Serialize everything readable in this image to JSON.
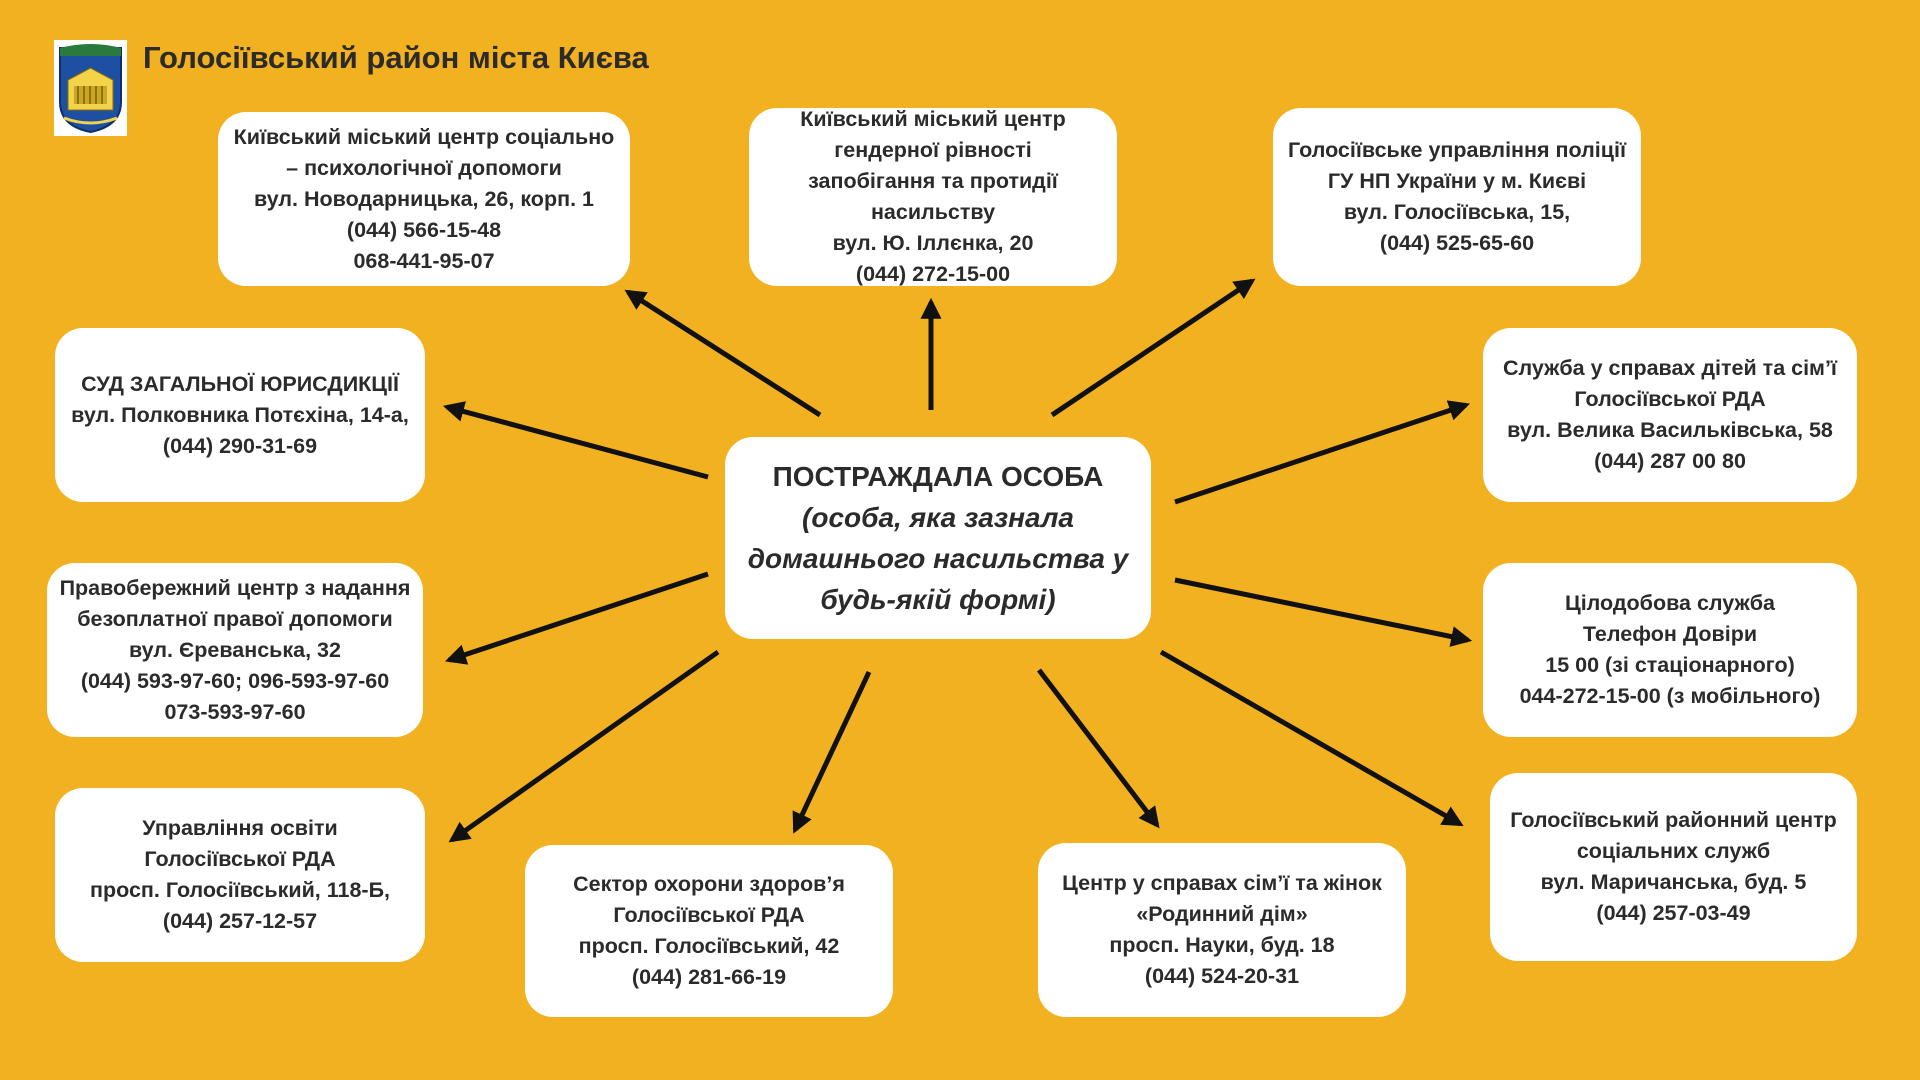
{
  "header": {
    "title": "Голосіївський район міста Києва"
  },
  "colors": {
    "background": "#F2B120",
    "box": "#FFFFFF",
    "text": "#2B2B2B",
    "arrow": "#111111"
  },
  "center": {
    "lines": [
      "ПОСТРАЖДАЛА ОСОБА",
      "(особа, яка зазнала",
      "домашнього насильства у",
      "будь-якій формі)"
    ]
  },
  "boxes": {
    "psych_center": [
      "Київський міський центр соціально",
      "– психологічної допомоги",
      "вул. Новодарницька, 26, корп. 1",
      "(044) 566-15-48",
      "068-441-95-07"
    ],
    "gender_center": [
      "Київський міський центр",
      "гендерної рівності",
      "запобігання та протидії",
      "насильству",
      "вул. Ю. Іллєнка, 20",
      "(044) 272-15-00"
    ],
    "police": [
      "Голосіївське управління поліції",
      "ГУ НП України у м. Києві",
      "вул. Голосіївська, 15,",
      "(044) 525-65-60"
    ],
    "court": [
      "СУД ЗАГАЛЬНОЇ ЮРИСДИКЦІЇ",
      "вул. Полковника Потєхіна, 14-а,",
      "(044) 290-31-69"
    ],
    "children_service": [
      "Служба у справах дітей та сім’ї",
      "Голосіївської РДА",
      "вул. Велика Васильківська, 58",
      "(044) 287 00 80"
    ],
    "legal_aid": [
      "Правобережний центр з надання",
      "безоплатної правої допомоги",
      "вул. Єреванська, 32",
      "(044) 593-97-60; 096-593-97-60",
      "073-593-97-60"
    ],
    "hotline": [
      "Цілодобова служба",
      "Телефон Довіри",
      "15 00 (зі стаціонарного)",
      "044-272-15-00 (з мобільного)"
    ],
    "education": [
      "Управління освіти",
      "Голосіївської РДА",
      "просп. Голосіївський, 118-Б,",
      "(044) 257-12-57"
    ],
    "health": [
      "Сектор охорони здоров’я",
      "Голосіївської РДА",
      "просп. Голосіївський, 42",
      "(044) 281-66-19"
    ],
    "family_center": [
      "Центр у справах сім’ї та жінок",
      "«Родинний дім»",
      "просп. Науки, буд. 18",
      "(044) 524-20-31"
    ],
    "social_services": [
      "Голосіївський районний центр",
      "соціальних служб",
      "вул. Маричанська, буд. 5",
      "(044) 257-03-49"
    ]
  }
}
